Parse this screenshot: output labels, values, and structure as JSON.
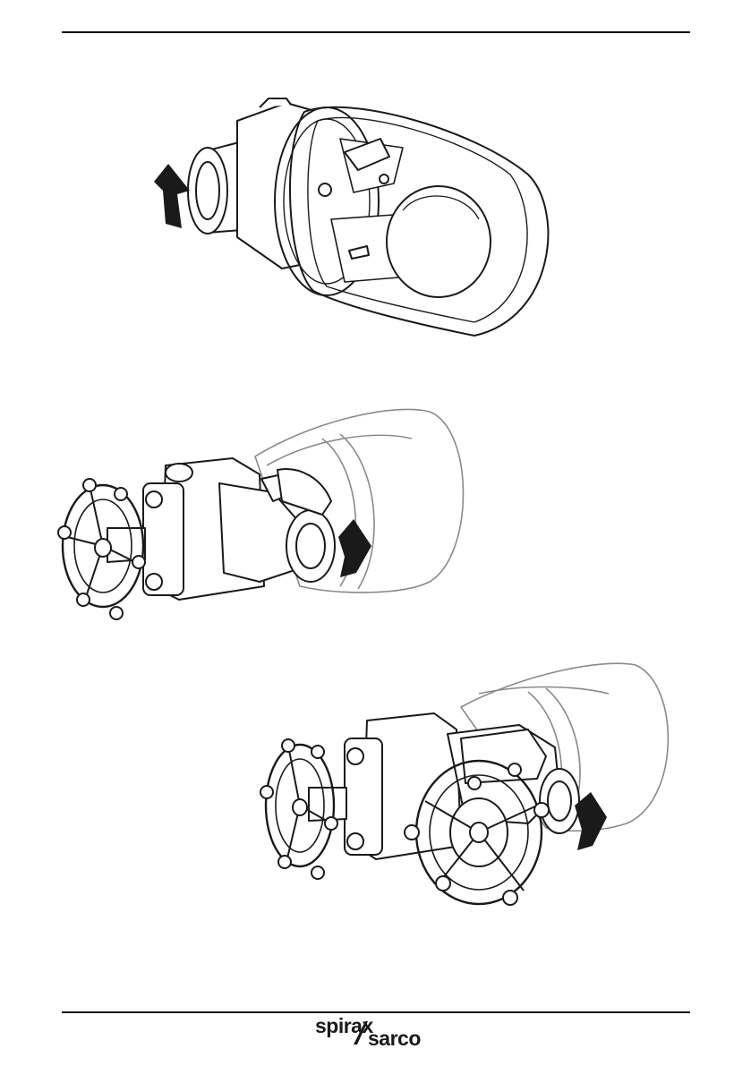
{
  "header": {},
  "figures": [
    {
      "id": "trap-with-float"
    },
    {
      "id": "trap-with-one-valve"
    },
    {
      "id": "trap-with-two-valves"
    }
  ],
  "footer": {
    "logo_word_1": "spirax",
    "logo_word_2": "sarco"
  },
  "colors": {
    "line": "#1a1a1a",
    "ghost": "#8a8a8a",
    "fill": "#ffffff"
  }
}
